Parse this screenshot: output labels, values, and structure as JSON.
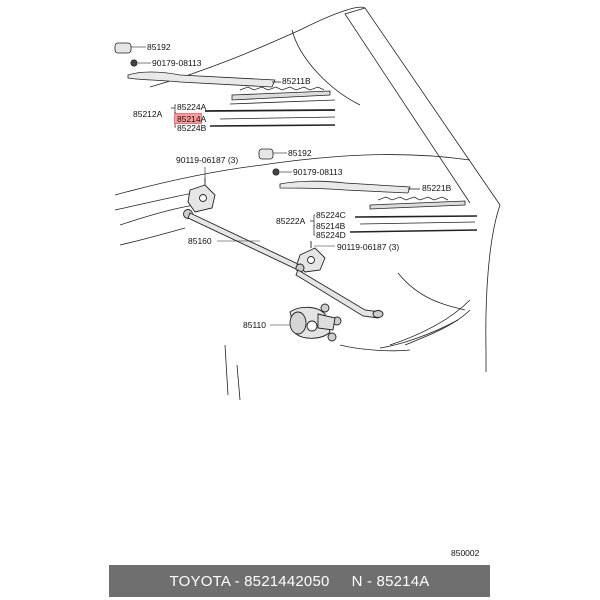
{
  "diagram": {
    "labels": {
      "cap_top": "85192",
      "nut_top": "90179-08113",
      "arm_top": "85211B",
      "assy_top": "85212A",
      "part_a": "85224A",
      "part_highlight": "85214A",
      "part_b": "85224B",
      "bolt_link": "90119-06187 (3)",
      "cap_bottom": "85192",
      "nut_bottom": "90179-08113",
      "arm_bottom": "85221B",
      "assy_bottom": "85222A",
      "part_c": "85224C",
      "part_d": "85214B",
      "part_e": "85224D",
      "bolt_motor": "90119-06187 (3)",
      "link": "85160",
      "motor": "85110",
      "page_code": "850002"
    },
    "highlight_color": "#ff9a9a"
  },
  "footer": {
    "brand_part": "TOYOTA - 8521442050",
    "ref": "N - 85214A"
  }
}
